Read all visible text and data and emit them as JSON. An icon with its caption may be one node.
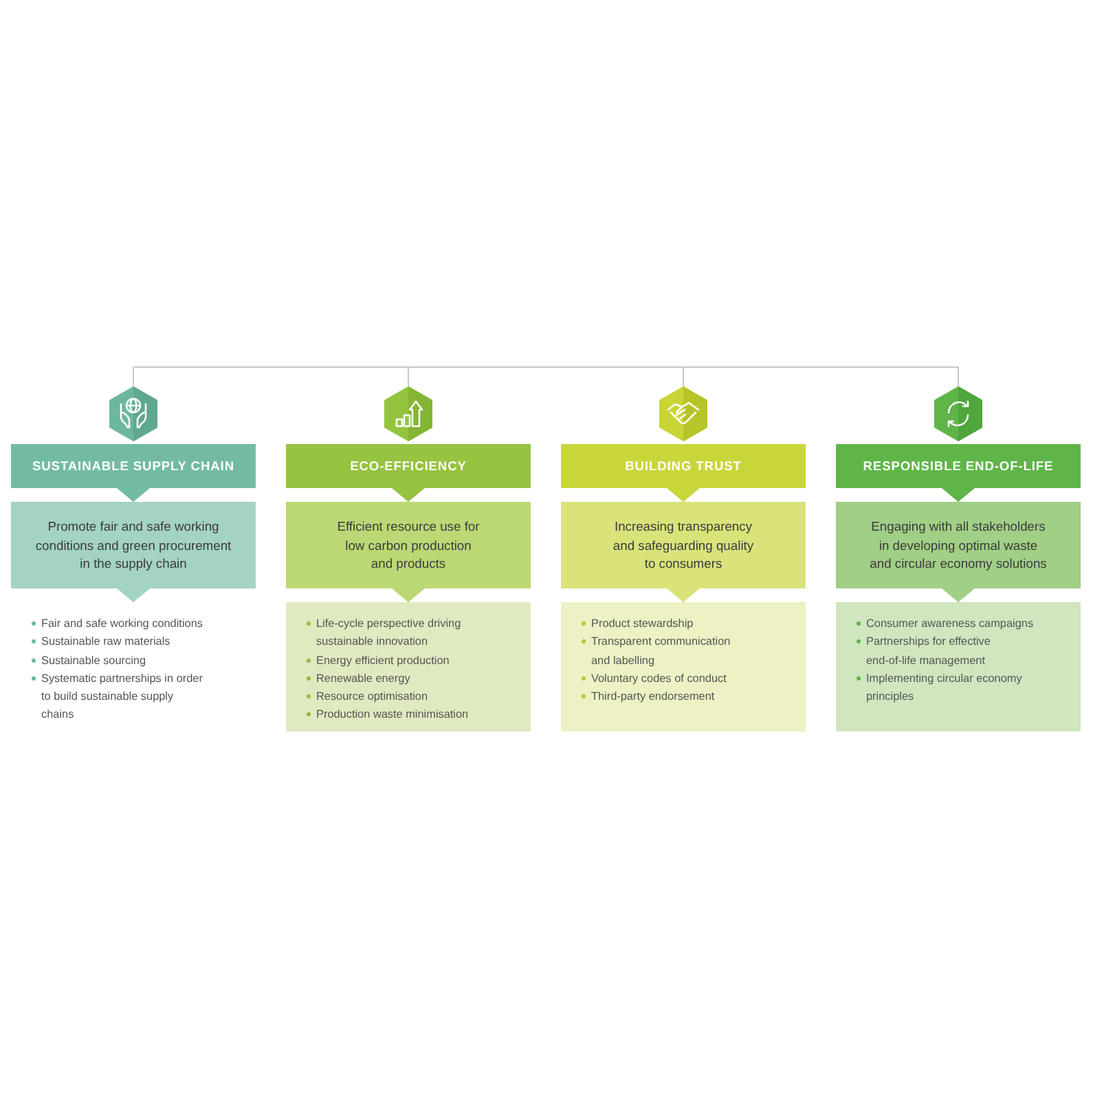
{
  "diagram": {
    "nodes": [
      {
        "text": [],
        "shape": "hexagon"
      },
      {
        "text": [
          "SUSTAINABLE SUPPLY CHAIN"
        ]
      },
      {
        "text": [
          "Promote fair and safe working conditions and green procurement in the supply chain"
        ]
      },
      {
        "text": [
          "Fair and safe working conditions",
          "Sustainable raw materials",
          "Sustainable sourcing",
          "Systematic partnerships in order to build sustainable supply chains"
        ]
      },
      {
        "text": [],
        "shape": "hexagon"
      },
      {
        "text": [
          "ECO-EFFICIENCY"
        ]
      },
      {
        "text": [
          "Efficient resource use for low carbon production and products"
        ]
      },
      {
        "text": [
          "Life-cycle perspective driving sustainable innovation",
          "Energy efficient production",
          "Renewable energy",
          "Resource optimisation",
          "Production waste minimisation"
        ]
      },
      {
        "text": [],
        "shape": "hexagon"
      },
      {
        "text": [
          "BUILDING TRUST"
        ]
      },
      {
        "text": [
          "Increasing transparency and safeguarding quality to consumers"
        ]
      },
      {
        "text": [
          "Product stewardship",
          "Transparent communication and labelling",
          "Voluntary codes of conduct",
          "Third-party endorsement"
        ]
      },
      {
        "text": [],
        "shape": "hexagon"
      },
      {
        "text": [
          "RESPONSIBLE END-OF-LIFE"
        ]
      },
      {
        "text": [
          "Engaging with all stakeholders in developing optimal waste and circular economy solutions"
        ]
      },
      {
        "text": [
          "Consumer awareness campaigns",
          "Partnerships for effective end-of-life management",
          "Implementing circular economy principles"
        ]
      }
    ],
    "edges": [
      {
        "from": 0,
        "to": 4,
        "arrow": "none"
      },
      {
        "from": 4,
        "to": 8,
        "arrow": "none"
      },
      {
        "from": 8,
        "to": 12,
        "arrow": "none"
      },
      {
        "from": 1,
        "to": 2,
        "arrow": "to"
      },
      {
        "from": 2,
        "to": 3,
        "arrow": "to"
      },
      {
        "from": 5,
        "to": 6,
        "arrow": "to"
      },
      {
        "from": 6,
        "to": 7,
        "arrow": "to"
      },
      {
        "from": 9,
        "to": 10,
        "arrow": "to"
      },
      {
        "from": 10,
        "to": 11,
        "arrow": "to"
      },
      {
        "from": 13,
        "to": 14,
        "arrow": "to"
      },
      {
        "from": 14,
        "to": 15,
        "arrow": "to"
      }
    ]
  }
}
